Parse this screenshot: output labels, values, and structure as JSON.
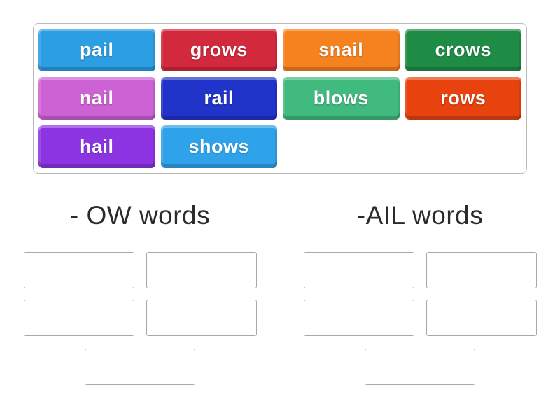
{
  "tray": {
    "tiles": [
      {
        "label": "pail",
        "color": "#2b9ee4"
      },
      {
        "label": "grows",
        "color": "#d2293c"
      },
      {
        "label": "snail",
        "color": "#f5821f"
      },
      {
        "label": "crows",
        "color": "#1f8c46"
      },
      {
        "label": "nail",
        "color": "#cd62d4"
      },
      {
        "label": "rail",
        "color": "#2134c9"
      },
      {
        "label": "blows",
        "color": "#41ba7f"
      },
      {
        "label": "rows",
        "color": "#e8430e"
      },
      {
        "label": "hail",
        "color": "#8c34e2"
      },
      {
        "label": "shows",
        "color": "#2fa3ea"
      }
    ]
  },
  "groups": [
    {
      "title": "- OW words",
      "slot_count": 5
    },
    {
      "title": "-AIL words",
      "slot_count": 5
    }
  ]
}
